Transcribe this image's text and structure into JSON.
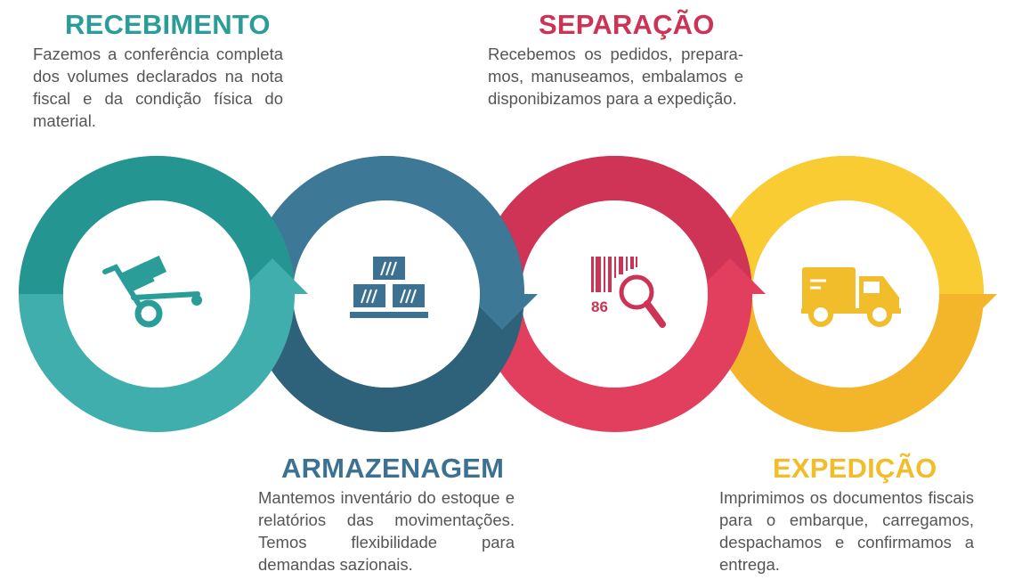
{
  "steps": [
    {
      "title": "RECEBIMENTO",
      "description": "Fazemos a conferência completa dos volumes declarados na nota fiscal e da condição física do material.",
      "icon": "hand-truck-icon",
      "color": "#2a9d98"
    },
    {
      "title": "ARMAZENAGEM",
      "description": "Mantemos inventário do estoque e relatórios das movimentações. Temos flexibilidade para demandas sazionais.",
      "icon": "stacked-boxes-icon",
      "color": "#3d7192"
    },
    {
      "title": "SEPARAÇÃO",
      "description": "Recebemos os pedidos, prepara-mos, manuseamos, embalamos e disponibizamos para a expedição.",
      "icon": "barcode-magnifier-icon",
      "barcode_number": "86",
      "color": "#cc3355"
    },
    {
      "title": "EXPEDIÇÃO",
      "description": "Imprimimos os documentos fiscais para o embarque, carregamos, despachamos e confirmamos a entrega.",
      "icon": "delivery-truck-icon",
      "color": "#f2bd2a"
    }
  ]
}
